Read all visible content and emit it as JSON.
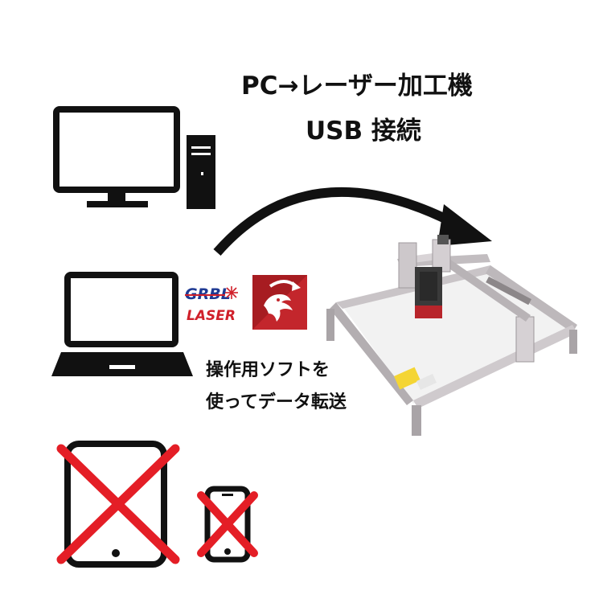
{
  "heading": {
    "line1": "PC→レーザー加工機",
    "line2": "USB 接続"
  },
  "caption": {
    "line1": "操作用ソフトを",
    "line2": "使ってデータ転送"
  },
  "software_logos": {
    "grbl_top": "GRBL",
    "grbl_bottom": "LASER"
  },
  "colors": {
    "icon": "#111111",
    "cross": "#e41e26",
    "grbl_blue": "#1f3a93",
    "grbl_red": "#d0202a",
    "lightburn_red": "#c3262c",
    "frame": "#bdb8bb"
  },
  "icons": [
    "desktop-pc-icon",
    "laptop-icon",
    "tablet-icon",
    "smartphone-icon",
    "grbl-laser-logo",
    "lightburn-logo",
    "laser-engraver-image"
  ],
  "status": {
    "tablet": "not-supported",
    "smartphone": "not-supported"
  }
}
